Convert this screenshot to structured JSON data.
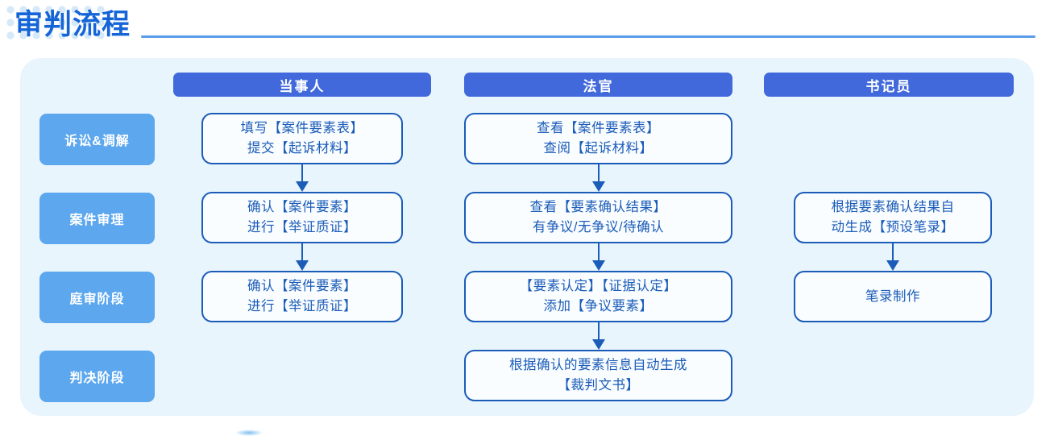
{
  "header": {
    "title": "审判流程",
    "accent_color": "#1565D8",
    "rule_color": "#5B9BE8",
    "dot_color": "#D6E9F8"
  },
  "panel": {
    "background_color": "#E9F5FD"
  },
  "columns": [
    {
      "label": "当事人",
      "color": "#4169DB"
    },
    {
      "label": "法官",
      "color": "#4169DB"
    },
    {
      "label": "书记员",
      "color": "#4169DB"
    }
  ],
  "stages": [
    {
      "label": "诉讼&调解",
      "color": "#5CA7EE"
    },
    {
      "label": "案件审理",
      "color": "#5CA7EE"
    },
    {
      "label": "庭审阶段",
      "color": "#5CA7EE"
    },
    {
      "label": "判决阶段",
      "color": "#5CA7EE"
    }
  ],
  "box_style": {
    "border_color": "#1B5CB8",
    "text_color": "#1B5CB8",
    "background_color": "#FAFDFF"
  },
  "boxes": {
    "party": [
      {
        "line1": "填写【案件要素表】",
        "line2": "提交【起诉材料】"
      },
      {
        "line1": "确认【案件要素】",
        "line2": "进行【举证质证】"
      },
      {
        "line1": "确认【案件要素】",
        "line2": "进行【举证质证】"
      }
    ],
    "judge": [
      {
        "line1": "查看【案件要素表】",
        "line2": "查阅【起诉材料】"
      },
      {
        "line1": "查看【要素确认结果】",
        "line2": "有争议/无争议/待确认"
      },
      {
        "line1": "【要素认定】【证据认定】",
        "line2": "添加【争议要素】"
      },
      {
        "line1": "根据确认的要素信息自动生成",
        "line2": "【裁判文书】"
      }
    ],
    "clerk": [
      {
        "line1": "根据要素确认结果自",
        "line2": "动生成【预设笔录】"
      },
      {
        "line1": "笔录制作",
        "line2": ""
      }
    ]
  }
}
